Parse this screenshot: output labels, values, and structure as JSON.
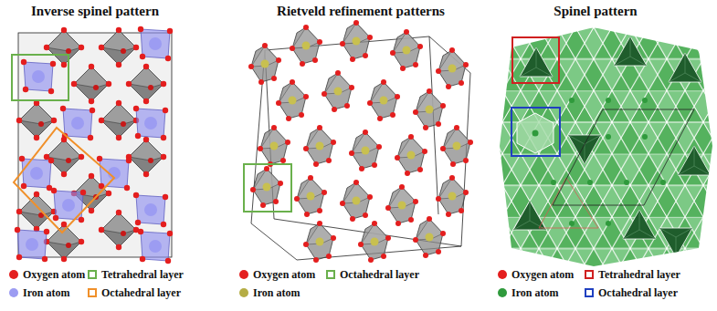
{
  "diagram": {
    "labels": [
      "Inverse spinel pattern",
      "Rietveld refinement patterns",
      "Spinel pattern"
    ],
    "legend": [
      {
        "text": "Oxygen atom",
        "color": "#e41e1e"
      },
      {
        "text": "Tetrahedral layer"
      },
      {
        "text": "Iron atom",
        "color": "#9c9cf2"
      },
      {
        "text": "Octahedral layer"
      },
      {
        "text": "Oxygen atom",
        "color": "#e41e1e"
      },
      {
        "text": "Octahedral layer"
      },
      {
        "text": "Iron atom",
        "color": "#b5ad45"
      },
      {
        "text": "Oxygen atom",
        "color": "#e41e1e"
      },
      {
        "text": "Tetrahedral layer"
      },
      {
        "text": "Iron atom",
        "color": "#2f9a3c"
      },
      {
        "text": "Octahedral layer"
      }
    ]
  }
}
